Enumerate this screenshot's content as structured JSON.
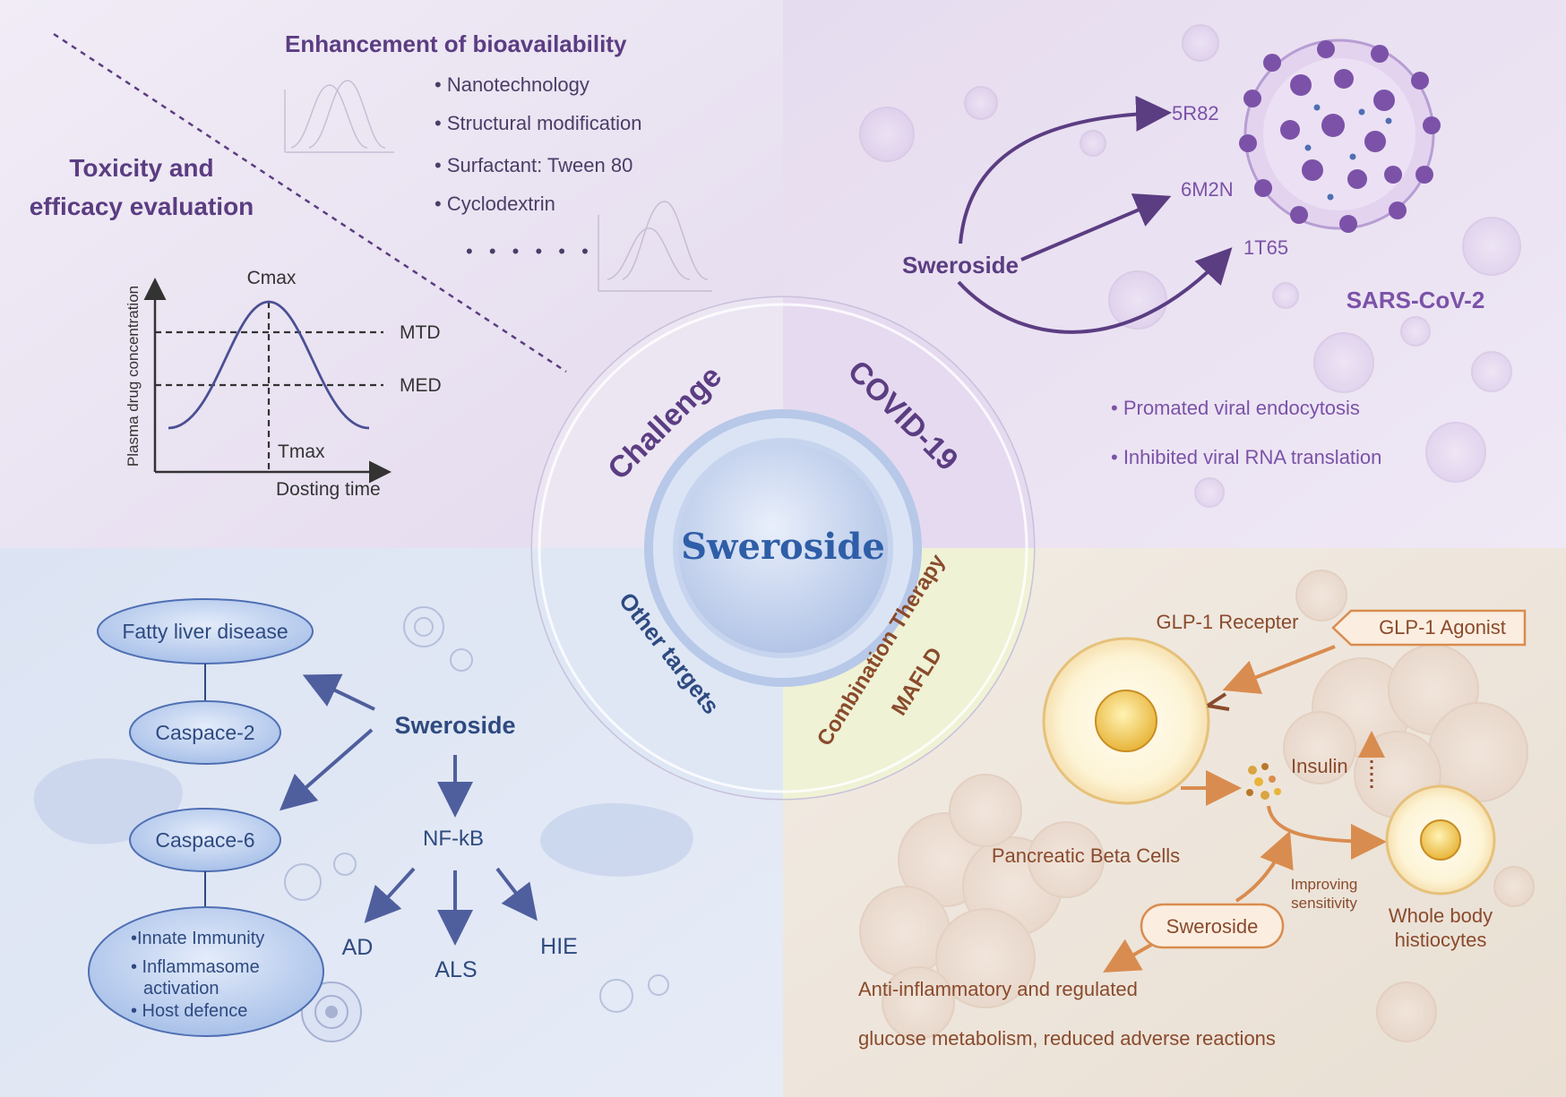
{
  "center": {
    "title": "Sweroside",
    "ring_labels": {
      "challenge": "Challenge",
      "covid": "COVID-19",
      "other_targets": "Other targets",
      "combination_therapy": "Combination Therapy",
      "mafld": "MAFLD"
    }
  },
  "challenge_panel": {
    "title": "Enhancement of bioavailability",
    "bullets": [
      "Nanotechnology",
      "Structural modification",
      "Surfactant: Tween 80",
      "Cyclodextrin"
    ],
    "ellipsis": "• • • • • •",
    "toxicity_title_line1": "Toxicity and",
    "toxicity_title_line2": "efficacy evaluation",
    "pk_chart": {
      "ylabel": "Plasma drug concentration",
      "xlabel": "Dosting time",
      "peak_label": "Cmax",
      "time_label": "Tmax",
      "mtd_label": "MTD",
      "med_label": "MED"
    }
  },
  "covid_panel": {
    "drug": "Sweroside",
    "targets": [
      "5R82",
      "6M2N",
      "1T65"
    ],
    "virus": "SARS-CoV-2",
    "effects": [
      "• Promated viral endocytosis",
      "• Inhibited viral RNA translation"
    ]
  },
  "other_targets_panel": {
    "drug": "Sweroside",
    "pathway": [
      "Fatty liver disease",
      "Caspace-2",
      "Caspace-6"
    ],
    "immunity": [
      "•Innate Immunity",
      "• Inflammasome",
      "activation",
      "• Host defence"
    ],
    "nfkb": "NF-kB",
    "diseases": [
      "AD",
      "ALS",
      "HIE"
    ]
  },
  "mafld_panel": {
    "receptor": "GLP-1 Recepter",
    "agonist": "GLP-1 Agonist",
    "insulin": "Insulin",
    "beta_cells": "Pancreatic Beta Cells",
    "improving_line1": "Improving",
    "improving_line2": "sensitivity",
    "drug": "Sweroside",
    "histiocytes_line1": "Whole body",
    "histiocytes_line2": "histiocytes",
    "outcome_line1": "Anti-inflammatory and regulated",
    "outcome_line2": "glucose metabolism, reduced adverse reactions"
  },
  "colors": {
    "purple_dark": "#5b3d82",
    "purple_mid": "#7b52a8",
    "blue_dark": "#2e4a80",
    "blue_arrow": "#4f5f9e",
    "brown": "#8a4a2c",
    "orange": "#d98c4f"
  }
}
